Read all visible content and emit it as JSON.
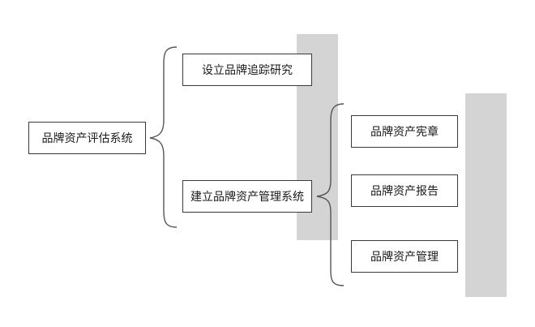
{
  "diagram": {
    "root": {
      "label": "品牌资产评估系统"
    },
    "branches": [
      {
        "label": "设立品牌追踪研究"
      },
      {
        "label": "建立品牌资产管理系统"
      }
    ],
    "sub_branches": [
      {
        "label": "品牌资产宪章"
      },
      {
        "label": "品牌资产报告"
      },
      {
        "label": "品牌资产管理"
      }
    ],
    "colors": {
      "border": "#3a3a3a",
      "bracket": "#555555",
      "shade": "#d4d4d4",
      "text": "#1a1a1a"
    }
  }
}
